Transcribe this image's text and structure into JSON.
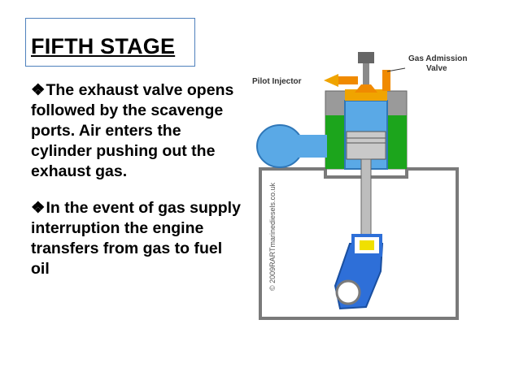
{
  "slide": {
    "title": "FIFTH STAGE",
    "bullet_marker": "❖",
    "bullets": [
      "The exhaust valve opens followed by the scavenge ports. Air enters the cylinder pushing out the exhaust gas.",
      "In the event of gas supply interruption the engine transfers from gas to fuel oil"
    ]
  },
  "diagram": {
    "label_gas_admission_line1": "Gas Admission",
    "label_gas_admission_line2": "Valve",
    "label_pilot_injector": "Pilot Injector",
    "credit": "© 2009RARTmarinediesels.co.uk"
  },
  "colors": {
    "cylinder_blue": "#5aa9e6",
    "piston_blue": "#2e6fd8",
    "scavenge_green": "#1ca51c",
    "valve_orange": "#f08a00",
    "frame_grey": "#7a7a7a"
  }
}
